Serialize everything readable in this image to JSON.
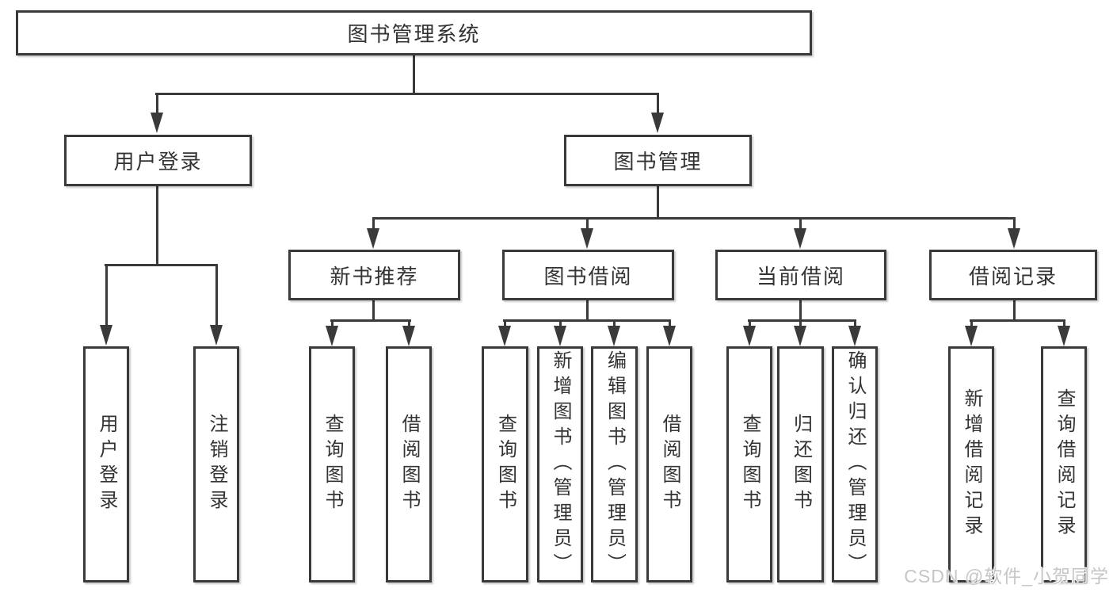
{
  "colors": {
    "line": "#3a3a3a",
    "box_border": "#3a3a3a",
    "box_fill": "#ffffff",
    "text": "#333333",
    "watermark": "#c6c6c6"
  },
  "watermark": {
    "text": "CSDN @软件_小贺同学"
  },
  "tree": {
    "root": {
      "label": "图书管理系统",
      "children": [
        {
          "label": "用户登录",
          "children": [
            {
              "label": "用户登录"
            },
            {
              "label": "注销登录"
            }
          ]
        },
        {
          "label": "图书管理",
          "children": [
            {
              "label": "新书推荐",
              "children": [
                {
                  "label": "查询图书"
                },
                {
                  "label": "借阅图书"
                }
              ]
            },
            {
              "label": "图书借阅",
              "children": [
                {
                  "label": "查询图书"
                },
                {
                  "label": "新增图书（管理员）"
                },
                {
                  "label": "编辑图书（管理员）"
                },
                {
                  "label": "借阅图书"
                }
              ]
            },
            {
              "label": "当前借阅",
              "children": [
                {
                  "label": "查询图书"
                },
                {
                  "label": "归还图书"
                },
                {
                  "label": "确认归还（管理员）"
                }
              ]
            },
            {
              "label": "借阅记录",
              "children": [
                {
                  "label": "新增借阅记录"
                },
                {
                  "label": "查询借阅记录"
                }
              ]
            }
          ]
        }
      ]
    }
  }
}
